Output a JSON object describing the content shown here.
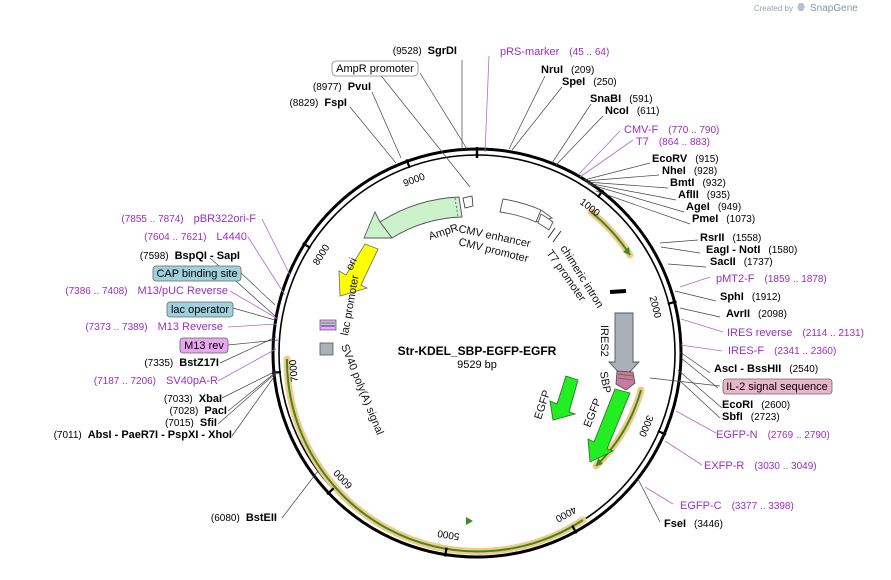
{
  "credit": {
    "created_by": "Created by",
    "brand": "SnapGene",
    "brand_icon": "snapgene-logo-icon"
  },
  "plasmid": {
    "name": "Str-KDEL_SBP-EGFP-EGFR",
    "length_label": "9529 bp"
  },
  "ticks": [
    {
      "label": "1000"
    },
    {
      "label": "2000"
    },
    {
      "label": "3000"
    },
    {
      "label": "4000"
    },
    {
      "label": "5000"
    },
    {
      "label": "6000"
    },
    {
      "label": "7000"
    },
    {
      "label": "8000"
    },
    {
      "label": "9000"
    }
  ],
  "sites_right": [
    {
      "name": "NruI",
      "pos": "(209)"
    },
    {
      "name": "SpeI",
      "pos": "(250)"
    },
    {
      "name": "SnaBI",
      "pos": "(591)"
    },
    {
      "name": "NcoI",
      "pos": "(611)"
    },
    {
      "name": "EcoRV",
      "pos": "(915)"
    },
    {
      "name": "NheI",
      "pos": "(928)"
    },
    {
      "name": "BmtI",
      "pos": "(932)"
    },
    {
      "name": "AflII",
      "pos": "(935)"
    },
    {
      "name": "AgeI",
      "pos": "(949)"
    },
    {
      "name": "PmeI",
      "pos": "(1073)"
    },
    {
      "name": "RsrII",
      "pos": "(1558)"
    },
    {
      "name": "EagI - NotI",
      "pos": "(1580)"
    },
    {
      "name": "SacII",
      "pos": "(1737)"
    },
    {
      "name": "SphI",
      "pos": "(1912)"
    },
    {
      "name": "AvrII",
      "pos": "(2098)"
    },
    {
      "name": "AscI - BssHII",
      "pos": "(2540)"
    },
    {
      "name": "EcoRI",
      "pos": "(2600)"
    },
    {
      "name": "SbfI",
      "pos": "(2723)"
    },
    {
      "name": "FseI",
      "pos": "(3446)"
    }
  ],
  "sites_left": [
    {
      "name": "SgrDI",
      "pos": "(9528)"
    },
    {
      "name": "PvuI",
      "pos": "(8977)"
    },
    {
      "name": "FspI",
      "pos": "(8829)"
    },
    {
      "name": "BspQI - SapI",
      "pos": "(7598)"
    },
    {
      "name": "BstZ17I",
      "pos": "(7335)"
    },
    {
      "name": "XbaI",
      "pos": "(7033)"
    },
    {
      "name": "PacI",
      "pos": "(7028)"
    },
    {
      "name": "SfiI",
      "pos": "(7015)"
    },
    {
      "name": "AbsI - PaeR7I - PspXI - XhoI",
      "pos": "(7011)"
    },
    {
      "name": "BstEII",
      "pos": "(6080)"
    }
  ],
  "features_right": [
    {
      "name": "pRS-marker",
      "range": "(45 .. 64)"
    },
    {
      "name": "CMV-F",
      "range": "(770 .. 790)"
    },
    {
      "name": "T7",
      "range": "(864 .. 883)"
    },
    {
      "name": "pMT2-F",
      "range": "(1859 .. 1878)"
    },
    {
      "name": "IRES reverse",
      "range": "(2114 .. 2131)"
    },
    {
      "name": "IRES-F",
      "range": "(2341 .. 2360)"
    },
    {
      "name": "EGFP-N",
      "range": "(2769 .. 2790)"
    },
    {
      "name": "EXFP-R",
      "range": "(3030 .. 3049)"
    },
    {
      "name": "EGFP-C",
      "range": "(3377 .. 3398)"
    }
  ],
  "features_left": [
    {
      "name": "pBR322ori-F",
      "range": "(7855 .. 7874)"
    },
    {
      "name": "L4440",
      "range": "(7604 .. 7621)"
    },
    {
      "name": "M13/pUC Reverse",
      "range": "(7386 .. 7408)"
    },
    {
      "name": "M13 Reverse",
      "range": "(7373 .. 7389)"
    },
    {
      "name": "SV40pA-R",
      "range": "(7187 .. 7206)"
    }
  ],
  "boxed_labels": {
    "ampr_promoter": "AmpR promoter",
    "cap_binding_site": "CAP binding site",
    "lac_operator": "lac operator",
    "m13_rev": "M13 rev",
    "il2_signal": "IL-2 signal sequence"
  },
  "inner_features": {
    "ampr": "AmpR",
    "cmv_enhancer": "CMV enhancer",
    "cmv_promoter": "CMV promoter",
    "t7_promoter": "T7 promoter",
    "chimeric_intron": "chimeric intron",
    "ori": "ori",
    "lac_promoter": "lac promoter",
    "sv40_polya": "SV40 poly(A) signal",
    "ires2": "IRES2",
    "sbp": "SBP",
    "egfp_a": "EGFP",
    "egfp_b": "EGFP"
  },
  "colors": {
    "backbone": "#000000",
    "orf_highlight": "#f3c98b",
    "orf_arrow": "#3a8a1f",
    "egfp": "#22ee22",
    "ampr": "#ccf2cc",
    "ori": "#ffff00",
    "ires": "#a9b0b8",
    "sbp": "#c8799e",
    "feature_purple": "#9b2ec1",
    "cap_box": "#9fd0dc",
    "lac_box": "#9fd0dc",
    "m13_box": "#e6a7ee",
    "il2_box": "#e8b6c9"
  }
}
